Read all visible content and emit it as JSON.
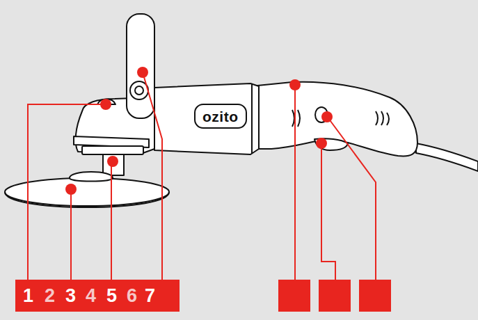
{
  "diagram": {
    "labels": [
      "1",
      "2",
      "3",
      "4",
      "5",
      "6",
      "7",
      "ozito"
    ]
  }
}
